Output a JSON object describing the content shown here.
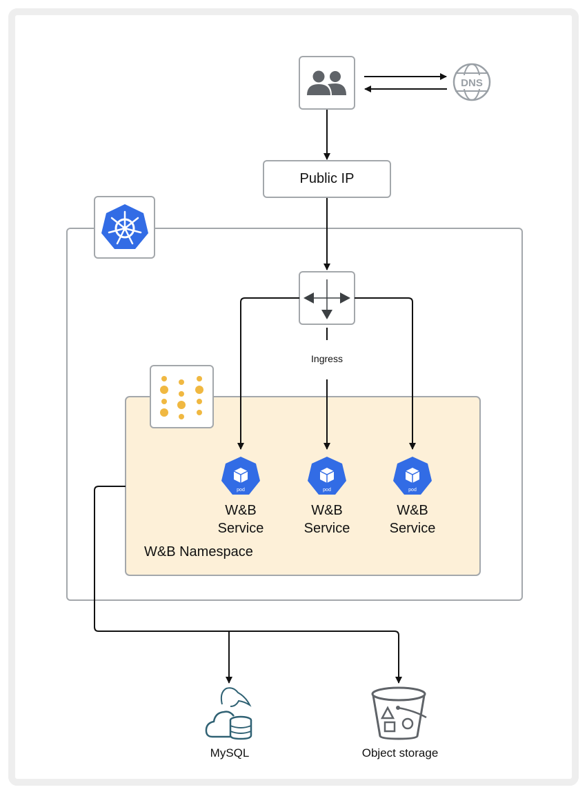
{
  "nodes": {
    "users": {
      "icon": "users-icon"
    },
    "dns": {
      "icon": "dns-globe-icon",
      "label": "DNS"
    },
    "public_ip": {
      "label": "Public IP"
    },
    "kubernetes": {
      "icon": "kubernetes-helm-icon"
    },
    "ingress": {
      "icon": "ingress-arrows-icon",
      "label": "Ingress"
    },
    "wandb": {
      "icon": "wandb-logo-icon"
    },
    "namespace": {
      "label": "W&B Namespace"
    },
    "services": [
      {
        "pod_label": "pod",
        "line1": "W&B",
        "line2": "Service"
      },
      {
        "pod_label": "pod",
        "line1": "W&B",
        "line2": "Service"
      },
      {
        "pod_label": "pod",
        "line1": "W&B",
        "line2": "Service"
      }
    ],
    "mysql": {
      "icon": "mysql-dolphin-icon",
      "label": "MySQL"
    },
    "object_storage": {
      "icon": "object-storage-bucket-icon",
      "label": "Object storage"
    }
  },
  "colors": {
    "outer_frame": "#eeeeee",
    "box_border": "#9aa0a6",
    "namespace_fill": "#fdf0d8",
    "kubernetes_blue": "#326ce5",
    "wandb_yellow": "#f0b841",
    "icon_gray": "#5f6368",
    "dns_gray": "#9aa0a6",
    "mysql_teal": "#2f6173",
    "arrow": "#111111"
  }
}
